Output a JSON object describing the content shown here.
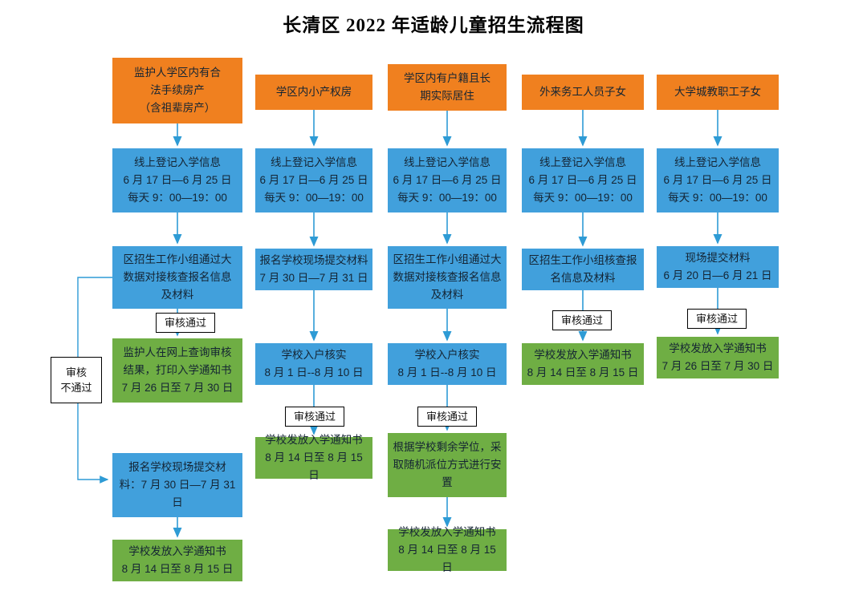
{
  "title": "长清区 2022 年适龄儿童招生流程图",
  "labels": {
    "pass": "审核通过",
    "fail": "审核\n不通过"
  },
  "colors": {
    "orange": "#F0801F",
    "blue": "#41A0DC",
    "green": "#6FAE44",
    "arrow": "#2E9BD5"
  },
  "columns": [
    {
      "header": "监护人学区内有合\n法手续房产\n（含祖辈房产）",
      "boxes": {
        "b1": "线上登记入学信息\n6 月 17 日—6 月 25 日\n每天 9：00—19：00",
        "b2": "区招生工作小组通过大\n数据对接核查报名信息\n及材料",
        "b3": "监护人在网上查询审核\n结果，打印入学通知书\n7 月 26 日至 7 月 30 日",
        "b4": "报名学校现场提交材\n料：7 月 30 日—7 月 31\n日",
        "b5": "学校发放入学通知书\n8 月 14 日至 8 月 15 日"
      }
    },
    {
      "header": "学区内小产权房",
      "boxes": {
        "b1": "线上登记入学信息\n6 月 17 日—6 月 25 日\n每天 9：00—19：00",
        "b2": "报名学校现场提交材料\n7 月 30 日—7 月 31 日",
        "b3": "学校入户核实\n8 月 1 日--8 月 10 日",
        "b4": "学校发放入学通知书\n8 月 14 日至 8 月 15 日"
      }
    },
    {
      "header": "学区内有户籍且长\n期实际居住",
      "boxes": {
        "b1": "线上登记入学信息\n6 月 17 日—6 月 25 日\n每天 9：00—19：00",
        "b2": "区招生工作小组通过大\n数据对接核查报名信息\n及材料",
        "b3": "学校入户核实\n8 月 1 日--8 月 10 日",
        "b4": "根据学校剩余学位，采\n取随机派位方式进行安\n置",
        "b5": "学校发放入学通知书\n8 月 14 日至 8 月 15 日"
      }
    },
    {
      "header": "外来务工人员子女",
      "boxes": {
        "b1": "线上登记入学信息\n6 月 17 日—6 月 25 日\n每天 9：00—19：00",
        "b2": "区招生工作小组核查报\n名信息及材料",
        "b3": "学校发放入学通知书\n8 月 14 日至 8 月 15 日"
      }
    },
    {
      "header": "大学城教职工子女",
      "boxes": {
        "b1": "线上登记入学信息\n6 月 17 日—6 月 25 日\n每天 9：00—19：00",
        "b2": "现场提交材料\n6 月 20 日—6 月 21 日",
        "b3": "学校发放入学通知书\n7 月 26 日至 7 月 30 日"
      }
    }
  ]
}
